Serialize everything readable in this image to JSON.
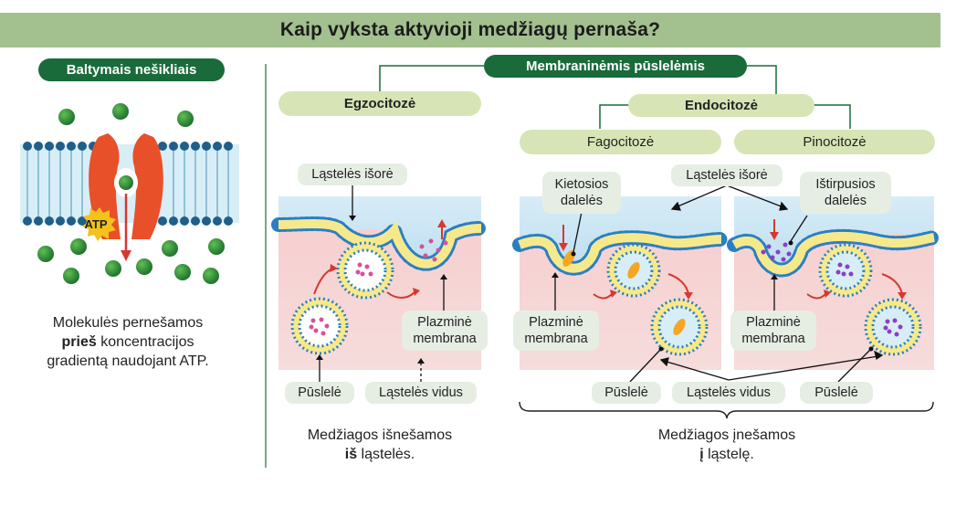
{
  "title": "Kaip vyksta aktyvioji medžiagų pernaša?",
  "left": {
    "header": "Baltymais nešikliais",
    "atp": "ATP",
    "caption_line1": "Molekulės pernešamos",
    "caption_bold": "prieš",
    "caption_line2_rest": " koncentracijos",
    "caption_line3": "gradientą naudojant ATP."
  },
  "vesicles": {
    "header": "Membraninėmis pūslelėmis",
    "exo": {
      "header": "Egzocitozė",
      "outside": "Ląstelės išorė",
      "membrane_1": "Plazminė",
      "membrane_2": "membrana",
      "vesicle": "Pūslelė",
      "inside": "Ląstelės vidus",
      "caption_line1": "Medžiagos išnešamos",
      "caption_bold": "iš",
      "caption_line2_rest": " ląstelės."
    },
    "endo": {
      "header": "Endocitozė",
      "fago": "Fagocitozė",
      "pino": "Pinocitozė",
      "solid_1": "Kietosios",
      "solid_2": "dalelės",
      "outside": "Ląstelės išorė",
      "dissolved_1": "Ištirpusios",
      "dissolved_2": "dalelės",
      "membrane_fago_1": "Plazminė",
      "membrane_fago_2": "membrana",
      "membrane_pino_1": "Plazminė",
      "membrane_pino_2": "membrana",
      "vesicle_fago": "Pūslelė",
      "inside": "Ląstelės vidus",
      "vesicle_pino": "Pūslelė",
      "caption_line1": "Medžiagos įnešamos",
      "caption_bold": "į",
      "caption_line2_rest": " ląstelę."
    }
  },
  "colors": {
    "title_band": "#a3c08f",
    "dark_green": "#1a6b3a",
    "light_green": "#d7e5b6",
    "label_bg": "#e6eee4",
    "protein": "#e8502a",
    "molecule": "#2e8b3a",
    "atp": "#f5c21b",
    "arrow_red": "#d6382f",
    "membrane_yellow": "#f6e98c",
    "head_blue": "#2a7fc4",
    "outside_blue": "#cfe6f4",
    "inside_pink": "#f4c6c6"
  }
}
